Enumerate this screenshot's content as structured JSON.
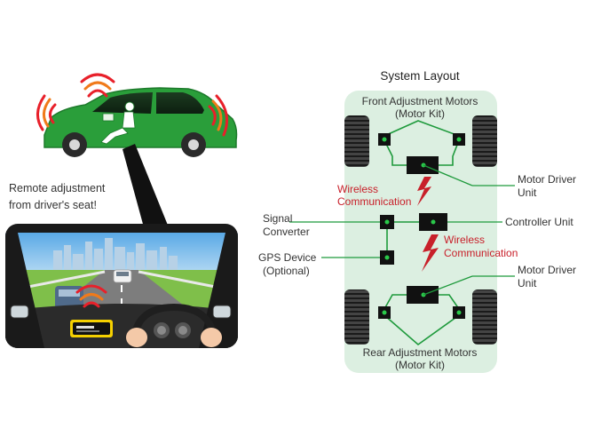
{
  "left": {
    "caption_line1": "Remote adjustment",
    "caption_line2": "from driver's seat!"
  },
  "layout": {
    "title": "System Layout",
    "front_motors_line1": "Front Adjustment Motors",
    "front_motors_line2": "(Motor Kit)",
    "rear_motors_line1": "Rear Adjustment Motors",
    "rear_motors_line2": "(Motor Kit)",
    "motor_driver_front_line1": "Motor Driver",
    "motor_driver_front_line2": "Unit",
    "motor_driver_rear_line1": "Motor Driver",
    "motor_driver_rear_line2": "Unit",
    "controller_unit": "Controller Unit",
    "signal_converter_line1": "Signal",
    "signal_converter_line2": "Converter",
    "gps_line1": "GPS Device",
    "gps_line2": "(Optional)",
    "wireless_front_line1": "Wireless",
    "wireless_front_line2": "Communication",
    "wireless_rear_line1": "Wireless",
    "wireless_rear_line2": "Communication"
  },
  "colors": {
    "car_green": "#2a9e3a",
    "chassis_bg": "#dcefe1",
    "line_green": "#1e9a3c",
    "wireless_red": "#c8202a",
    "module_black": "#111111"
  }
}
